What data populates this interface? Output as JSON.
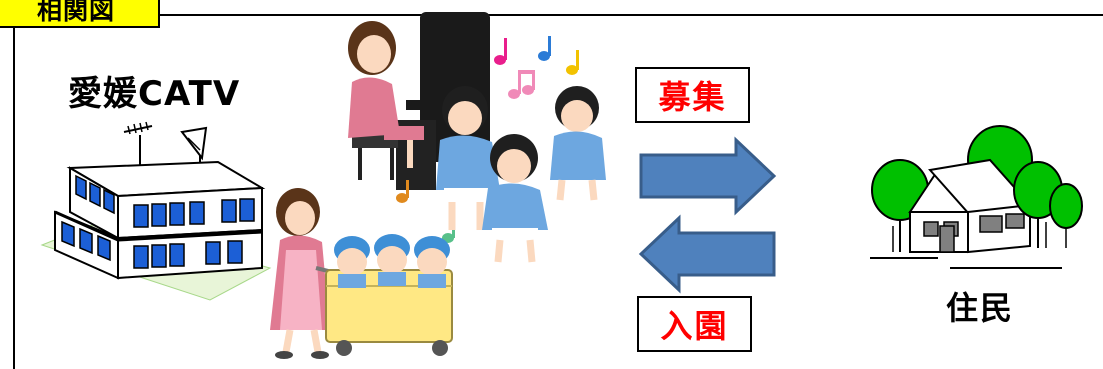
{
  "title": "相関図",
  "left_entity": {
    "label": "愛媛CATV"
  },
  "right_entity": {
    "label": "住民"
  },
  "flows": {
    "right_arrow_label": "募集",
    "left_arrow_label": "入園"
  },
  "colors": {
    "title_bg": "#ffff00",
    "arrow_fill": "#4f81bd",
    "arrow_stroke": "#385d8a",
    "flow_label_text": "#ff0000",
    "tree_green": "#00c000",
    "building_blue": "#1c5fd6"
  },
  "icons": {
    "building": "catv-building-icon",
    "nursery": "nursery-children-illustration",
    "house": "house-with-trees-icon"
  }
}
